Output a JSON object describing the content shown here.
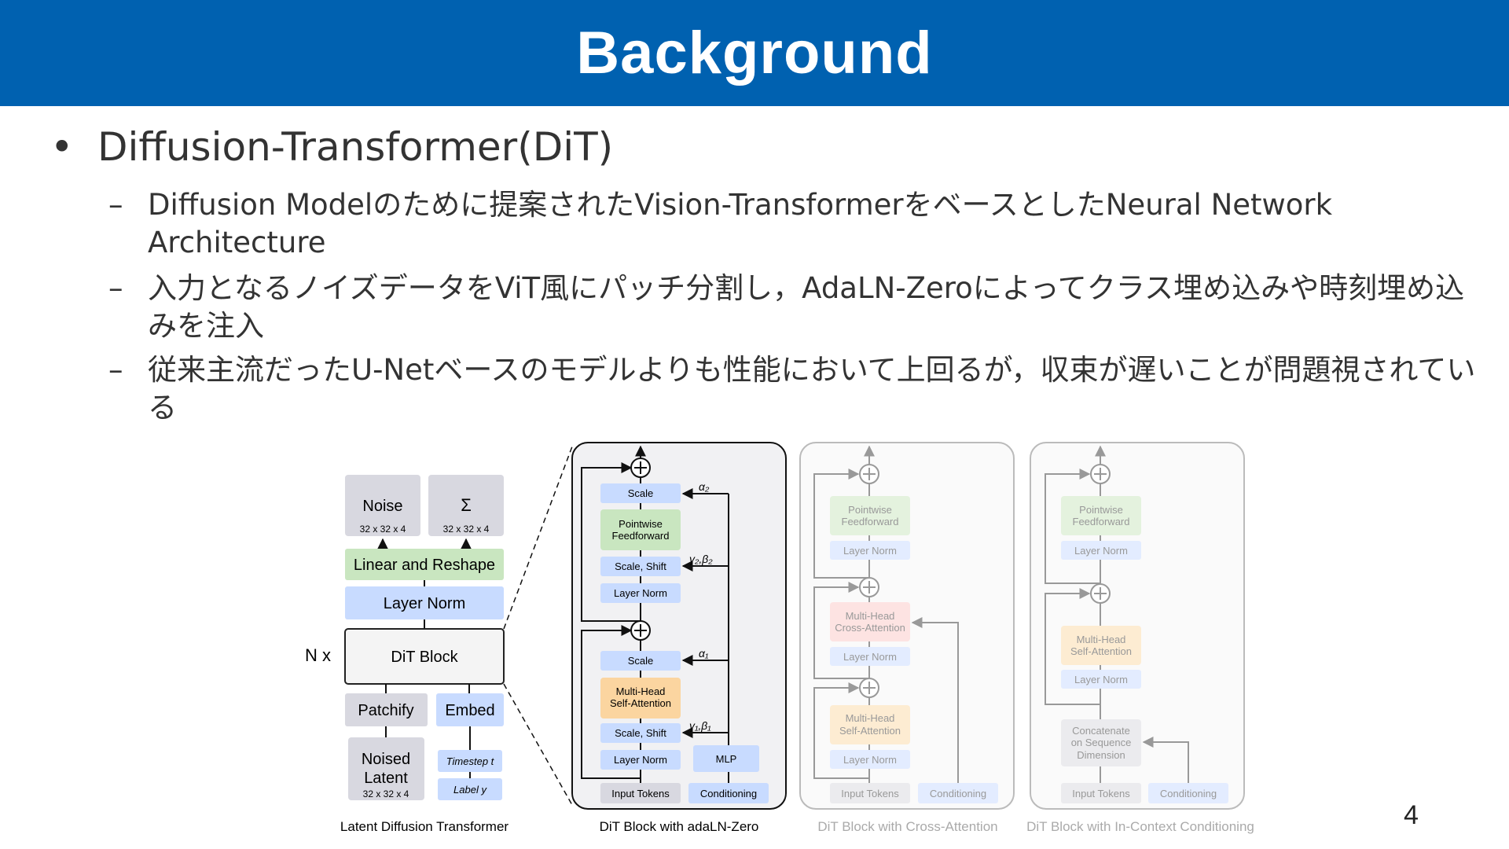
{
  "slide": {
    "title": "Background",
    "page_number": "4"
  },
  "main_bullet": {
    "marker": "•",
    "text": "Diffusion-Transformer(DiT)"
  },
  "sub_bullets": [
    {
      "marker": "–",
      "text": "Diffusion Modelのために提案されたVision-TransformerをベースとしたNeural Network Architecture"
    },
    {
      "marker": "–",
      "text": "入力となるノイズデータをViT風にパッチ分割し，AdaLN-Zeroによってクラス埋め込みや時刻埋め込みを注入"
    },
    {
      "marker": "–",
      "text": "従来主流だったU-Netベースのモデルよりも性能において上回るが，収束が遅いことが問題視されている"
    }
  ],
  "figure": {
    "ldt": {
      "caption": "Latent Diffusion Transformer",
      "noise": "Noise",
      "noise_dim": "32 x 32 x 4",
      "sigma": "Σ",
      "sigma_dim": "32 x 32 x 4",
      "linear_reshape": "Linear and Reshape",
      "layer_norm": "Layer Norm",
      "n_x": "N x",
      "dit_block": "DiT Block",
      "patchify": "Patchify",
      "embed": "Embed",
      "noised_latent_1": "Noised",
      "noised_latent_2": "Latent",
      "noised_dim": "32 x 32 x 4",
      "timestep": "Timestep t",
      "label": "Label y"
    },
    "adaln": {
      "caption": "DiT Block with adaLN-Zero",
      "scale_top": "Scale",
      "ff_1": "Pointwise",
      "ff_2": "Feedforward",
      "scale_shift_top": "Scale, Shift",
      "layer_norm_top": "Layer Norm",
      "scale_bottom": "Scale",
      "mhsa_1": "Multi-Head",
      "mhsa_2": "Self-Attention",
      "scale_shift_bottom": "Scale, Shift",
      "layer_norm_bottom": "Layer Norm",
      "mlp": "MLP",
      "input_tokens": "Input Tokens",
      "conditioning": "Conditioning",
      "alpha2": "α₂",
      "gamma2_beta2": "γ₂,β₂",
      "alpha1": "α₁",
      "gamma1_beta1": "γ₁,β₁"
    },
    "cross": {
      "caption": "DiT Block with Cross-Attention",
      "ff_1": "Pointwise",
      "ff_2": "Feedforward",
      "ln1": "Layer Norm",
      "mhca_1": "Multi-Head",
      "mhca_2": "Cross-Attention",
      "ln2": "Layer Norm",
      "mhsa_1": "Multi-Head",
      "mhsa_2": "Self-Attention",
      "ln3": "Layer Norm",
      "input_tokens": "Input Tokens",
      "conditioning": "Conditioning"
    },
    "incontext": {
      "caption": "DiT Block with In-Context Conditioning",
      "ff_1": "Pointwise",
      "ff_2": "Feedforward",
      "ln1": "Layer Norm",
      "mhsa_1": "Multi-Head",
      "mhsa_2": "Self-Attention",
      "ln2": "Layer Norm",
      "concat_1": "Concatenate",
      "concat_2": "on Sequence",
      "concat_3": "Dimension",
      "input_tokens": "Input Tokens",
      "conditioning": "Conditioning"
    }
  },
  "colors": {
    "title_bar": "#0061b0",
    "gray_box": "#d8d8e0",
    "green_box": "#c9e6c0",
    "blue_box": "#c8dbff",
    "orange_box": "#fbd5a0",
    "red_box": "#f9c7c5"
  }
}
